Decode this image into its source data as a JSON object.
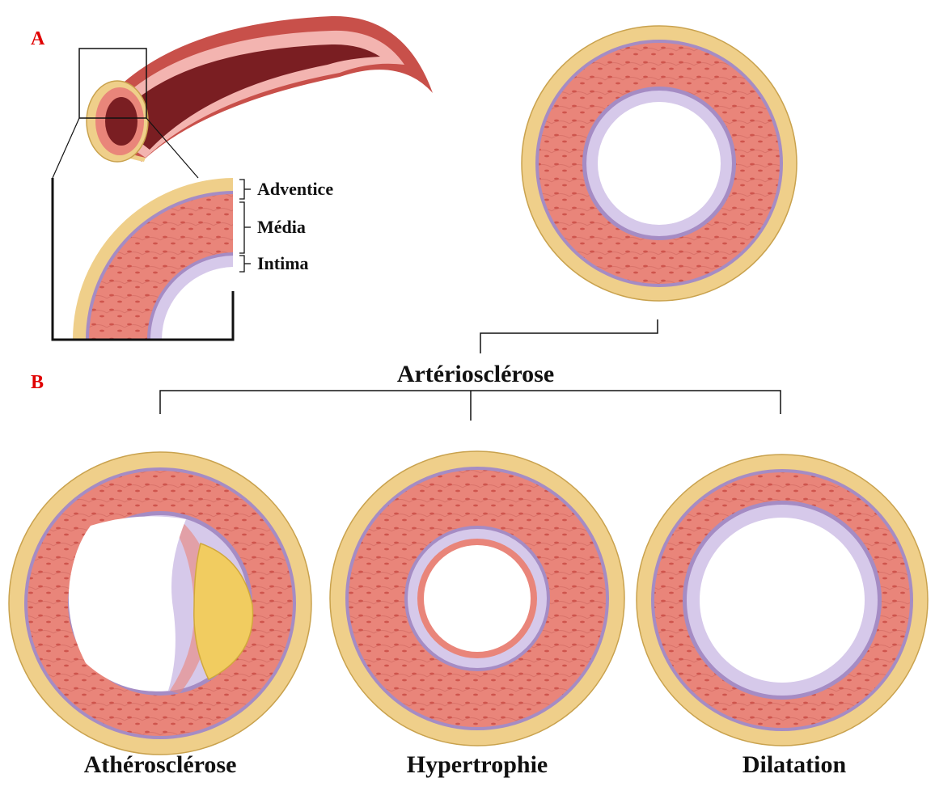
{
  "panels": {
    "a": "A",
    "b": "B"
  },
  "layers": {
    "adventice": "Adventice",
    "media": "Média",
    "intima": "Intima"
  },
  "root_label": "Artériosclérose",
  "conditions": {
    "atherosclerose": "Athérosclérose",
    "hypertrophie": "Hypertrophie",
    "dilatation": "Dilatation"
  },
  "colors": {
    "adventice": "#efcf8a",
    "adventice_edge": "#c9a24e",
    "media": "#e9857a",
    "media_cell": "#d45b53",
    "elastic": "#a58cc4",
    "intima": "#d6c9ea",
    "lumen": "#ffffff",
    "plaque": "#f1cc60",
    "vessel": "#c8504a",
    "vessel_dark": "#7a1e22",
    "label_red": "#e00000",
    "text": "#111111"
  }
}
